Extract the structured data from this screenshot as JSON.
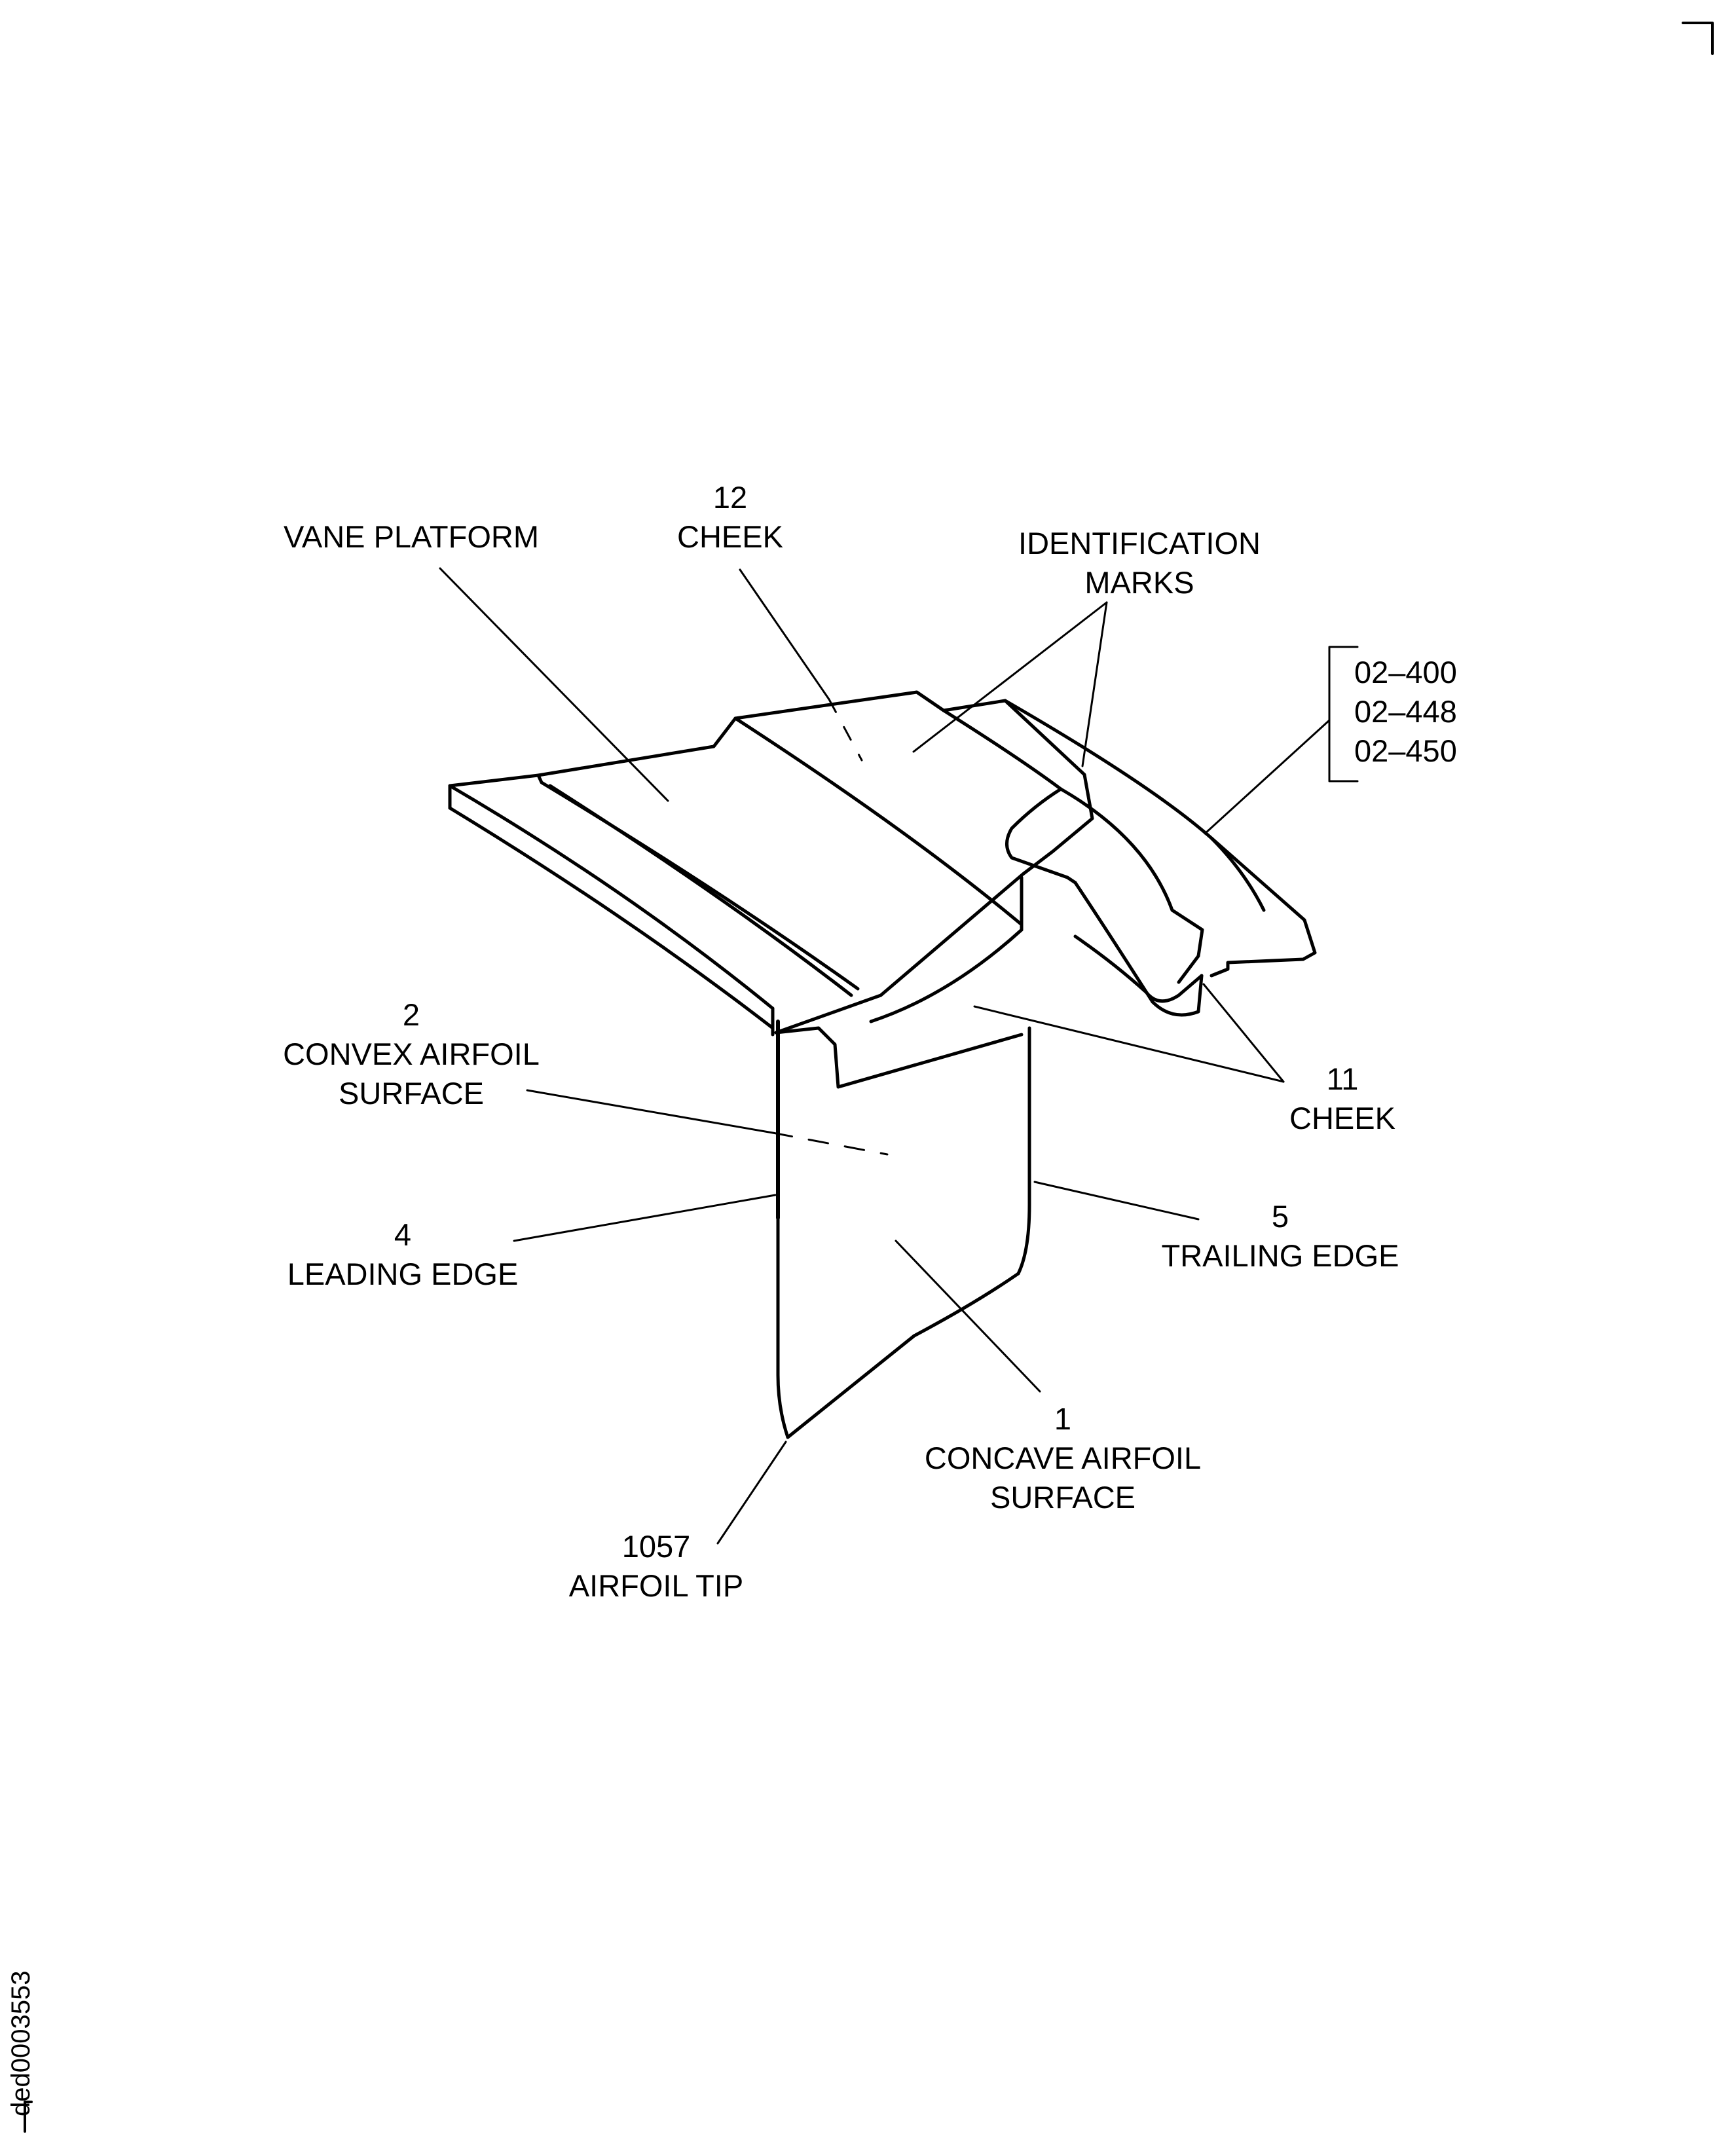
{
  "figure_id": "ded0003553",
  "labels": {
    "vane_platform": "VANE PLATFORM",
    "cheek_12": {
      "number": "12",
      "name": "CHEEK"
    },
    "identification_marks": {
      "line1": "IDENTIFICATION",
      "line2": "MARKS"
    },
    "part_numbers": [
      "02–400",
      "02–448",
      "02–450"
    ],
    "convex_surface": {
      "number": "2",
      "line1": "CONVEX AIRFOIL",
      "line2": "SURFACE"
    },
    "cheek_11": {
      "number": "11",
      "name": "CHEEK"
    },
    "leading_edge": {
      "number": "4",
      "name": "LEADING EDGE"
    },
    "trailing_edge": {
      "number": "5",
      "name": "TRAILING EDGE"
    },
    "concave_surface": {
      "number": "1",
      "line1": "CONCAVE AIRFOIL",
      "line2": "SURFACE"
    },
    "airfoil_tip": {
      "number": "1057",
      "name": "AIRFOIL TIP"
    }
  }
}
